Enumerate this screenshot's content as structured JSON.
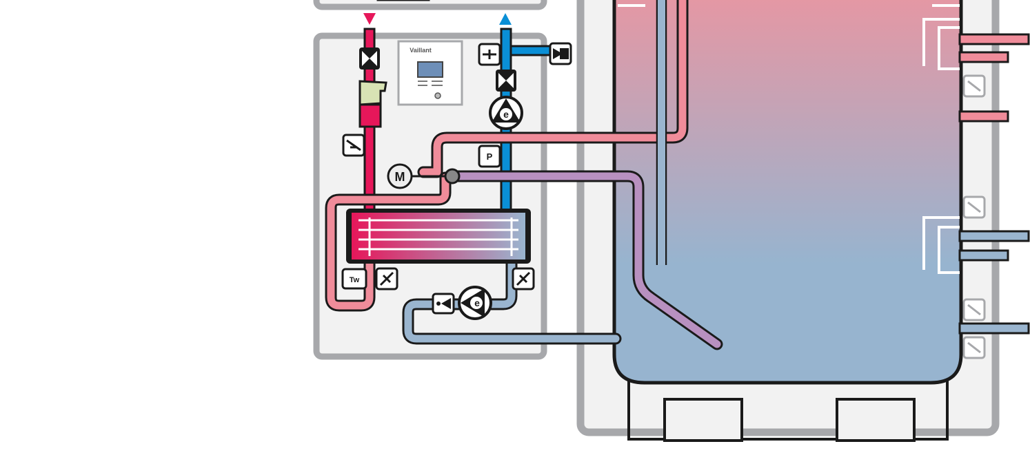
{
  "colors": {
    "hot": "#e6175a",
    "hot_light": "#f08c9a",
    "cold": "#0a8fd6",
    "cold_light": "#9ab5cf",
    "mix": "#b890c0",
    "frame": "#a7a8ab",
    "panel": "#f2f2f2",
    "outline": "#1a1a1a",
    "tank_top": "#e896a2",
    "tank_bottom": "#97b4cf"
  },
  "controller": {
    "brand": "Vaillant"
  },
  "symbols": {
    "pump_label": "e",
    "motor_label": "M",
    "pressure_label": "P",
    "temp_sensor_label": "Tw",
    "valve_icon": "shutoff-valve-icon",
    "check_valve_icon": "check-valve-icon",
    "drain_icon": "drain-valve-icon",
    "safety_valve_icon": "safety-valve-icon",
    "flow_arrow_down_icon": "arrow-down-icon",
    "flow_arrow_up_icon": "arrow-up-icon"
  }
}
